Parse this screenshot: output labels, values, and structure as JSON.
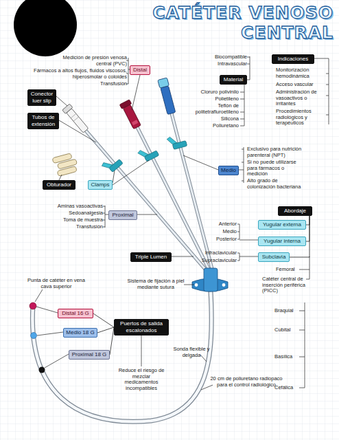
{
  "diagram": {
    "title": "CATÉTER VENOSO CENTRAL",
    "nodes": [
      {
        "text": [
          "Indicaciones"
        ]
      },
      {
        "text": [
          "Distal"
        ]
      },
      {
        "text": [
          "Material"
        ]
      },
      {
        "text": [
          "Conector luer slip"
        ]
      },
      {
        "text": [
          "Tubos de extensión"
        ]
      },
      {
        "text": [
          "Medio"
        ]
      },
      {
        "text": [
          "Obturador"
        ]
      },
      {
        "text": [
          "Clamps"
        ]
      },
      {
        "text": [
          "Abordaje"
        ]
      },
      {
        "text": [
          "Proximal"
        ]
      },
      {
        "text": [
          "Yugular externa"
        ]
      },
      {
        "text": [
          "Yugular interna"
        ]
      },
      {
        "text": [
          "Triple Lumen"
        ]
      },
      {
        "text": [
          "Subclavia"
        ]
      },
      {
        "text": [
          "Distal 16 G"
        ]
      },
      {
        "text": [
          "Puertos de salida escalonados"
        ]
      },
      {
        "text": [
          "Medio 18 G"
        ]
      },
      {
        "text": [
          "Proximal 18 G"
        ]
      }
    ],
    "edges": [
      {
        "from": 15,
        "to": 14,
        "arrow": "none"
      },
      {
        "from": 15,
        "to": 16,
        "arrow": "none"
      },
      {
        "from": 15,
        "to": 17,
        "arrow": "none"
      },
      {
        "from": 8,
        "to": 10,
        "arrow": "none"
      },
      {
        "from": 8,
        "to": 11,
        "arrow": "none"
      },
      {
        "from": 8,
        "to": 13,
        "arrow": "none"
      }
    ],
    "labels": [
      "Medición de presión venosa central (PVC)",
      "Fármacos a altos flujos, fluidos viscosos, hiperosmolar o coloides",
      "Transfusión",
      "Biocompatible",
      "Intravascular",
      "Monitorización hemodinámica",
      "Acceso vascular",
      "Administración de vasoactivos o irritantes",
      "Procedimientos radiológicos y terapéuticos",
      "Cloruro polivinilo",
      "Polietileno",
      "Teflón de politetrafluroetileno",
      "Silicona",
      "Poliuretano",
      "Exclusivo para nutrición parenteral (NPT)",
      "Si no puede utilizarse para fármacos o medición",
      "Alto grado de colonización bacteriana",
      "Aminas vasoactivas",
      "Sedoanalgesia",
      "Toma de muestra",
      "Transfusión",
      "Anterior",
      "Medio",
      "Posterior",
      "Infraclavicular",
      "Supraclavicular",
      "Femoral",
      "Catéter central de inserción periférica (PICC)",
      "Braquial",
      "Cubital",
      "Basílica",
      "Cefálica",
      "Punta de catéter en vena cava superior",
      "Sistema de fijación a piel mediante sutura",
      "Reduce el riesgo de mezclar medicamentos incompatibles",
      "Sonda flexible y delgada",
      "20 cm de poliuretano radiopaco para el control radiológico"
    ]
  }
}
